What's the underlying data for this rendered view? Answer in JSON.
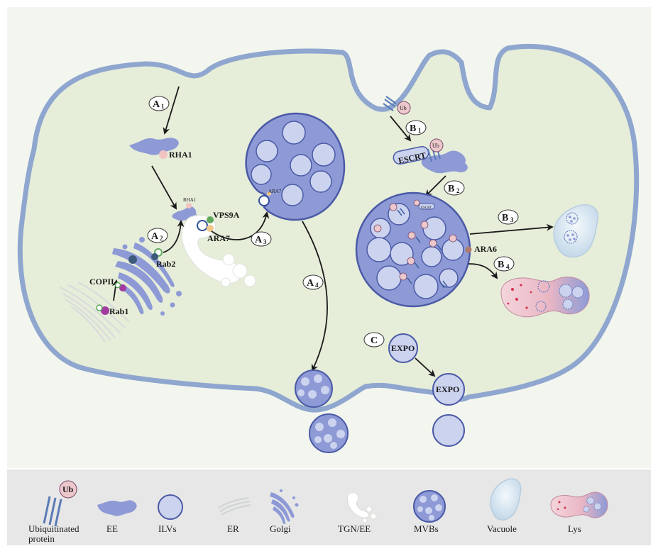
{
  "diagram": {
    "colors": {
      "cytoplasm": "#e6edd9",
      "membrane": "#8fa6cf",
      "organelle": "#8d9ad6",
      "organelle_dark": "#5f6db6",
      "ilv": "#ccd3ef",
      "legend_bg": "#e7e7e7",
      "ub": "#ecc7cc",
      "rab1": "#a23aa0",
      "rab2": "#3d5a7c",
      "vps9a": "#5fa85c",
      "ara6": "#b07a6d"
    },
    "steps": {
      "a1": {
        "letter": "A",
        "sub": "1"
      },
      "a2": {
        "letter": "A",
        "sub": "2"
      },
      "a3": {
        "letter": "A",
        "sub": "3"
      },
      "a4": {
        "letter": "A",
        "sub": "4"
      },
      "b1": {
        "letter": "B",
        "sub": "1"
      },
      "b2": {
        "letter": "B",
        "sub": "2"
      },
      "b3": {
        "letter": "B",
        "sub": "3"
      },
      "b4": {
        "letter": "B",
        "sub": "4"
      },
      "c": {
        "letter": "C"
      }
    },
    "labels": {
      "rha1": "RHA1",
      "rha1_small": "RHA1",
      "vps9a": "VPS9A",
      "ara7": "ARA7",
      "ara7_small": "ARA7",
      "rab2": "Rab2",
      "copii": "COPII",
      "rab1": "Rab1",
      "escrt": "ESCRT",
      "escrt_small": "ESCRT",
      "ub": "Ub",
      "ara6": "ARA6",
      "expo_1": "EXPO",
      "expo_2": "EXPO"
    },
    "legend": [
      {
        "icon": "ubiquitinated-protein",
        "label": "Ubiquitinated protein"
      },
      {
        "icon": "ee",
        "label": "EE"
      },
      {
        "icon": "ilv",
        "label": "ILVs"
      },
      {
        "icon": "er",
        "label": "ER"
      },
      {
        "icon": "golgi",
        "label": "Golgi"
      },
      {
        "icon": "tgn-ee",
        "label": "TGN/EE"
      },
      {
        "icon": "mvb",
        "label": "MVBs"
      },
      {
        "icon": "vacuole",
        "label": "Vacuole"
      },
      {
        "icon": "lys",
        "label": "Lys"
      }
    ]
  }
}
